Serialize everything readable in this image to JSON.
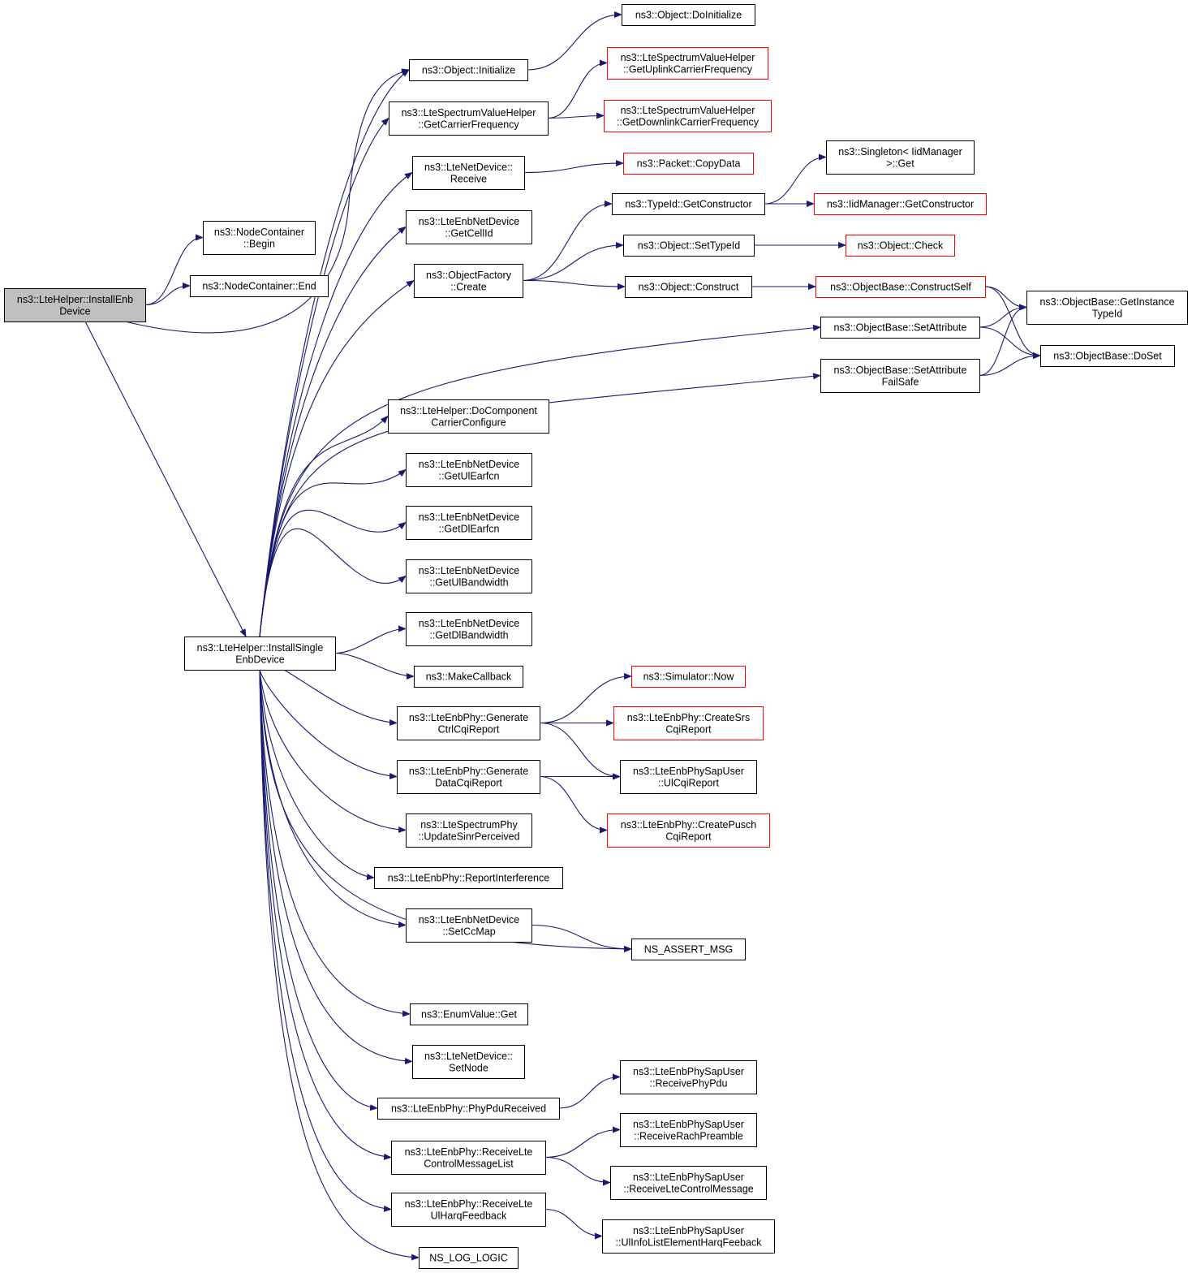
{
  "diagram": {
    "type": "call-graph",
    "colors": {
      "edge": "#191970",
      "root_fill": "#bfbfbf",
      "node_border": "#000000",
      "truncated_border": "#ff0000"
    },
    "nodes": [
      {
        "id": "installEnb",
        "lines": [
          "ns3::LteHelper::InstallEnb",
          "Device"
        ],
        "style": "root"
      },
      {
        "id": "ncBegin",
        "lines": [
          "ns3::NodeContainer",
          "::Begin"
        ],
        "style": "normal"
      },
      {
        "id": "ncEnd",
        "lines": [
          "ns3::NodeContainer::End"
        ],
        "style": "normal"
      },
      {
        "id": "installSingle",
        "lines": [
          "ns3::LteHelper::InstallSingle",
          "EnbDevice"
        ],
        "style": "normal"
      },
      {
        "id": "objInit",
        "lines": [
          "ns3::Object::Initialize"
        ],
        "style": "normal"
      },
      {
        "id": "objDoInit",
        "lines": [
          "ns3::Object::DoInitialize"
        ],
        "style": "normal"
      },
      {
        "id": "svhCarrier",
        "lines": [
          "ns3::LteSpectrumValueHelper",
          "::GetCarrierFrequency"
        ],
        "style": "normal"
      },
      {
        "id": "svhUplink",
        "lines": [
          "ns3::LteSpectrumValueHelper",
          "::GetUplinkCarrierFrequency"
        ],
        "style": "truncated"
      },
      {
        "id": "svhDownlink",
        "lines": [
          "ns3::LteSpectrumValueHelper",
          "::GetDownlinkCarrierFrequency"
        ],
        "style": "truncated"
      },
      {
        "id": "netReceive",
        "lines": [
          "ns3::LteNetDevice::",
          "Receive"
        ],
        "style": "normal"
      },
      {
        "id": "pktCopy",
        "lines": [
          "ns3::Packet::CopyData"
        ],
        "style": "truncated"
      },
      {
        "id": "enbCellId",
        "lines": [
          "ns3::LteEnbNetDevice",
          "::GetCellId"
        ],
        "style": "normal"
      },
      {
        "id": "ofCreate",
        "lines": [
          "ns3::ObjectFactory",
          "::Create"
        ],
        "style": "normal"
      },
      {
        "id": "singletonGet",
        "lines": [
          "ns3::Singleton< IidManager",
          ">::Get"
        ],
        "style": "normal"
      },
      {
        "id": "tidGetCtor",
        "lines": [
          "ns3::TypeId::GetConstructor"
        ],
        "style": "normal"
      },
      {
        "id": "iidGetCtor",
        "lines": [
          "ns3::IidManager::GetConstructor"
        ],
        "style": "truncated"
      },
      {
        "id": "objSetTypeId",
        "lines": [
          "ns3::Object::SetTypeId"
        ],
        "style": "normal"
      },
      {
        "id": "objCheck",
        "lines": [
          "ns3::Object::Check"
        ],
        "style": "truncated"
      },
      {
        "id": "objConstruct",
        "lines": [
          "ns3::Object::Construct"
        ],
        "style": "normal"
      },
      {
        "id": "obConstructSelf",
        "lines": [
          "ns3::ObjectBase::ConstructSelf"
        ],
        "style": "truncated"
      },
      {
        "id": "obGetInstance",
        "lines": [
          "ns3::ObjectBase::GetInstance",
          "TypeId"
        ],
        "style": "normal"
      },
      {
        "id": "obSetAttr",
        "lines": [
          "ns3::ObjectBase::SetAttribute"
        ],
        "style": "normal"
      },
      {
        "id": "obDoSet",
        "lines": [
          "ns3::ObjectBase::DoSet"
        ],
        "style": "normal"
      },
      {
        "id": "obSetAttrFS",
        "lines": [
          "ns3::ObjectBase::SetAttribute",
          "FailSafe"
        ],
        "style": "normal"
      },
      {
        "id": "doCompCarrier",
        "lines": [
          "ns3::LteHelper::DoComponent",
          "CarrierConfigure"
        ],
        "style": "normal"
      },
      {
        "id": "getUlEarfcn",
        "lines": [
          "ns3::LteEnbNetDevice",
          "::GetUlEarfcn"
        ],
        "style": "normal"
      },
      {
        "id": "getDlEarfcn",
        "lines": [
          "ns3::LteEnbNetDevice",
          "::GetDlEarfcn"
        ],
        "style": "normal"
      },
      {
        "id": "getUlBw",
        "lines": [
          "ns3::LteEnbNetDevice",
          "::GetUlBandwidth"
        ],
        "style": "normal"
      },
      {
        "id": "getDlBw",
        "lines": [
          "ns3::LteEnbNetDevice",
          "::GetDlBandwidth"
        ],
        "style": "normal"
      },
      {
        "id": "makeCallback",
        "lines": [
          "ns3::MakeCallback"
        ],
        "style": "normal"
      },
      {
        "id": "simNow",
        "lines": [
          "ns3::Simulator::Now"
        ],
        "style": "truncated"
      },
      {
        "id": "genCtrlCqi",
        "lines": [
          "ns3::LteEnbPhy::Generate",
          "CtrlCqiReport"
        ],
        "style": "normal"
      },
      {
        "id": "createSrs",
        "lines": [
          "ns3::LteEnbPhy::CreateSrs",
          "CqiReport"
        ],
        "style": "truncated"
      },
      {
        "id": "genDataCqi",
        "lines": [
          "ns3::LteEnbPhy::Generate",
          "DataCqiReport"
        ],
        "style": "normal"
      },
      {
        "id": "ulCqiReport",
        "lines": [
          "ns3::LteEnbPhySapUser",
          "::UlCqiReport"
        ],
        "style": "normal"
      },
      {
        "id": "createPusch",
        "lines": [
          "ns3::LteEnbPhy::CreatePusch",
          "CqiReport"
        ],
        "style": "truncated"
      },
      {
        "id": "updSinr",
        "lines": [
          "ns3::LteSpectrumPhy",
          "::UpdateSinrPerceived"
        ],
        "style": "normal"
      },
      {
        "id": "reportIntf",
        "lines": [
          "ns3::LteEnbPhy::ReportInterference"
        ],
        "style": "normal"
      },
      {
        "id": "setCcMap",
        "lines": [
          "ns3::LteEnbNetDevice",
          "::SetCcMap"
        ],
        "style": "normal"
      },
      {
        "id": "nsAssert",
        "lines": [
          "NS_ASSERT_MSG"
        ],
        "style": "normal"
      },
      {
        "id": "enumGet",
        "lines": [
          "ns3::EnumValue::Get"
        ],
        "style": "normal"
      },
      {
        "id": "setNode",
        "lines": [
          "ns3::LteNetDevice::",
          "SetNode"
        ],
        "style": "normal"
      },
      {
        "id": "rxPhyPdu",
        "lines": [
          "ns3::LteEnbPhySapUser",
          "::ReceivePhyPdu"
        ],
        "style": "normal"
      },
      {
        "id": "phyPduRx",
        "lines": [
          "ns3::LteEnbPhy::PhyPduReceived"
        ],
        "style": "normal"
      },
      {
        "id": "rxRach",
        "lines": [
          "ns3::LteEnbPhySapUser",
          "::ReceiveRachPreamble"
        ],
        "style": "normal"
      },
      {
        "id": "rxLteCtrlList",
        "lines": [
          "ns3::LteEnbPhy::ReceiveLte",
          "ControlMessageList"
        ],
        "style": "normal"
      },
      {
        "id": "rxLteCtrlMsg",
        "lines": [
          "ns3::LteEnbPhySapUser",
          "::ReceiveLteControlMessage"
        ],
        "style": "normal"
      },
      {
        "id": "rxUlHarq",
        "lines": [
          "ns3::LteEnbPhy::ReceiveLte",
          "UlHarqFeedback"
        ],
        "style": "normal"
      },
      {
        "id": "ulInfoHarq",
        "lines": [
          "ns3::LteEnbPhySapUser",
          "::UlInfoListElementHarqFeeback"
        ],
        "style": "normal"
      },
      {
        "id": "nsLogLogic",
        "lines": [
          "NS_LOG_LOGIC"
        ],
        "style": "normal"
      }
    ],
    "edges": [
      [
        "installEnb",
        "ncBegin"
      ],
      [
        "installEnb",
        "ncEnd"
      ],
      [
        "installEnb",
        "objInit"
      ],
      [
        "installEnb",
        "installSingle"
      ],
      [
        "installSingle",
        "objInit"
      ],
      [
        "installSingle",
        "svhCarrier"
      ],
      [
        "installSingle",
        "netReceive"
      ],
      [
        "installSingle",
        "enbCellId"
      ],
      [
        "installSingle",
        "ofCreate"
      ],
      [
        "installSingle",
        "obSetAttr"
      ],
      [
        "installSingle",
        "obSetAttrFS"
      ],
      [
        "installSingle",
        "doCompCarrier"
      ],
      [
        "installSingle",
        "getUlEarfcn"
      ],
      [
        "installSingle",
        "getDlEarfcn"
      ],
      [
        "installSingle",
        "getUlBw"
      ],
      [
        "installSingle",
        "getDlBw"
      ],
      [
        "installSingle",
        "makeCallback"
      ],
      [
        "installSingle",
        "genCtrlCqi"
      ],
      [
        "installSingle",
        "genDataCqi"
      ],
      [
        "installSingle",
        "updSinr"
      ],
      [
        "installSingle",
        "reportIntf"
      ],
      [
        "installSingle",
        "setCcMap"
      ],
      [
        "installSingle",
        "nsAssert"
      ],
      [
        "installSingle",
        "enumGet"
      ],
      [
        "installSingle",
        "setNode"
      ],
      [
        "installSingle",
        "phyPduRx"
      ],
      [
        "installSingle",
        "rxLteCtrlList"
      ],
      [
        "installSingle",
        "rxUlHarq"
      ],
      [
        "installSingle",
        "nsLogLogic"
      ],
      [
        "objInit",
        "objDoInit"
      ],
      [
        "svhCarrier",
        "svhUplink"
      ],
      [
        "svhCarrier",
        "svhDownlink"
      ],
      [
        "netReceive",
        "pktCopy"
      ],
      [
        "ofCreate",
        "tidGetCtor"
      ],
      [
        "ofCreate",
        "objSetTypeId"
      ],
      [
        "ofCreate",
        "objConstruct"
      ],
      [
        "tidGetCtor",
        "singletonGet"
      ],
      [
        "tidGetCtor",
        "iidGetCtor"
      ],
      [
        "objSetTypeId",
        "objCheck"
      ],
      [
        "objConstruct",
        "obConstructSelf"
      ],
      [
        "obConstructSelf",
        "obGetInstance"
      ],
      [
        "obConstructSelf",
        "obDoSet"
      ],
      [
        "obSetAttr",
        "obGetInstance"
      ],
      [
        "obSetAttr",
        "obDoSet"
      ],
      [
        "obSetAttrFS",
        "obGetInstance"
      ],
      [
        "obSetAttrFS",
        "obDoSet"
      ],
      [
        "genCtrlCqi",
        "simNow"
      ],
      [
        "genCtrlCqi",
        "createSrs"
      ],
      [
        "genCtrlCqi",
        "ulCqiReport"
      ],
      [
        "genDataCqi",
        "ulCqiReport"
      ],
      [
        "genDataCqi",
        "createPusch"
      ],
      [
        "setCcMap",
        "nsAssert"
      ],
      [
        "phyPduRx",
        "rxPhyPdu"
      ],
      [
        "rxLteCtrlList",
        "rxRach"
      ],
      [
        "rxLteCtrlList",
        "rxLteCtrlMsg"
      ],
      [
        "rxUlHarq",
        "ulInfoHarq"
      ]
    ]
  }
}
